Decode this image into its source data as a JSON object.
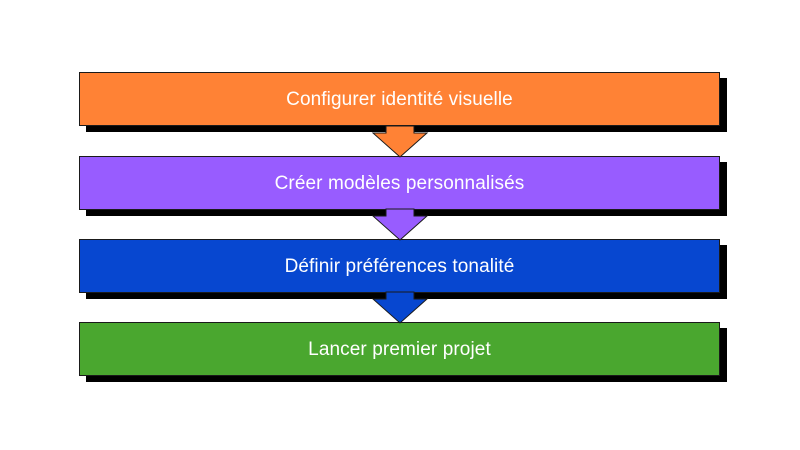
{
  "diagram": {
    "steps": [
      {
        "label": "Configurer identité visuelle",
        "color": "#FF8235"
      },
      {
        "label": "Créer modèles personnalisés",
        "color": "#985CFF"
      },
      {
        "label": "Définir préférences tonalité",
        "color": "#0747D0"
      },
      {
        "label": "Lancer premier projet",
        "color": "#4AA72F"
      }
    ],
    "connector_icon": "down-arrow-icon"
  }
}
